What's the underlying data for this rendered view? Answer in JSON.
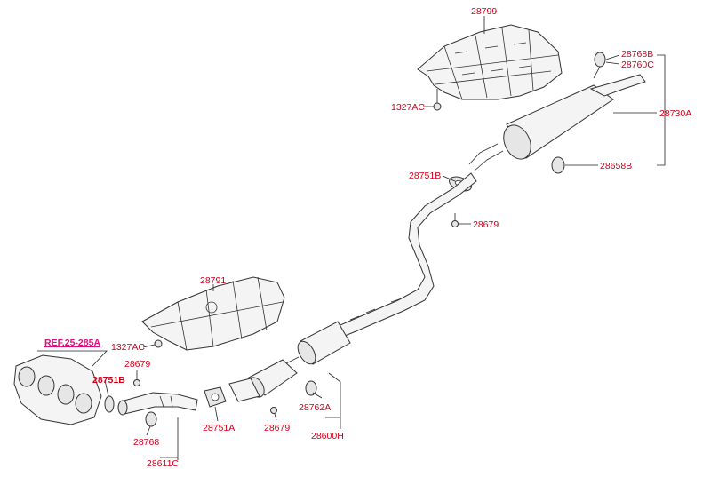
{
  "callouts": {
    "p28799": "28799",
    "p28768B": "28768B",
    "p28760C": "28760C",
    "p1327AC_top": "1327AC",
    "p28730A": "28730A",
    "p28658B": "28658B",
    "p28751B_top": "28751B",
    "p28679_top": "28679",
    "p28791": "28791",
    "p1327AC_bottom": "1327AC",
    "ref": "REF.25-285A",
    "p28679_left": "28679",
    "p28751B_left": "28751B",
    "p28768": "28768",
    "p28611C": "28611C",
    "p28751A": "28751A",
    "p28679_mid": "28679",
    "p28762A": "28762A",
    "p28600H": "28600H"
  },
  "colors": {
    "callout": "#d0021b",
    "reference": "#e0107a",
    "linework": "#333333"
  }
}
